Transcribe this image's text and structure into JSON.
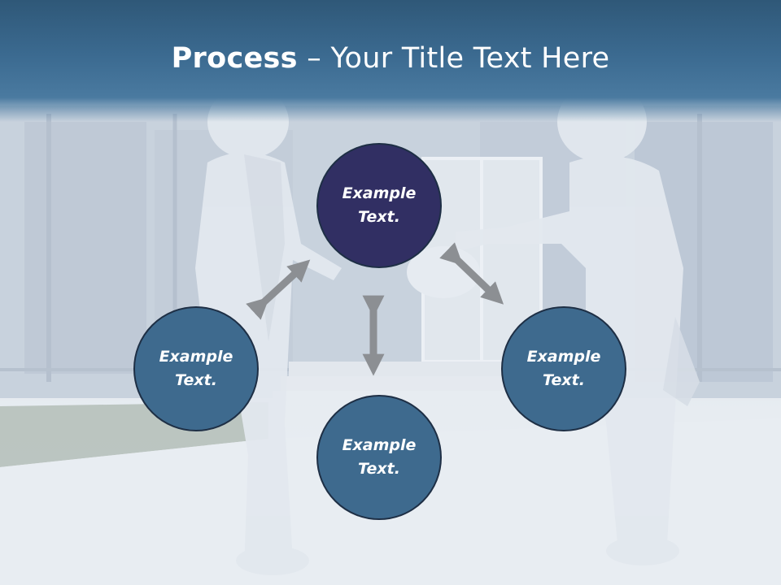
{
  "title": {
    "bold": "Process",
    "rest": " – Your Title Text Here"
  },
  "circles": {
    "top": {
      "line1": "Example",
      "line2": "Text."
    },
    "left": {
      "line1": "Example",
      "line2": "Text."
    },
    "right": {
      "line1": "Example",
      "line2": "Text."
    },
    "bottom": {
      "line1": "Example",
      "line2": "Text."
    }
  },
  "colors": {
    "title_bar": "#3b6a90",
    "circle_primary": "#312f63",
    "circle_secondary": "#3e6a8e",
    "arrow": "#8c8f93"
  }
}
